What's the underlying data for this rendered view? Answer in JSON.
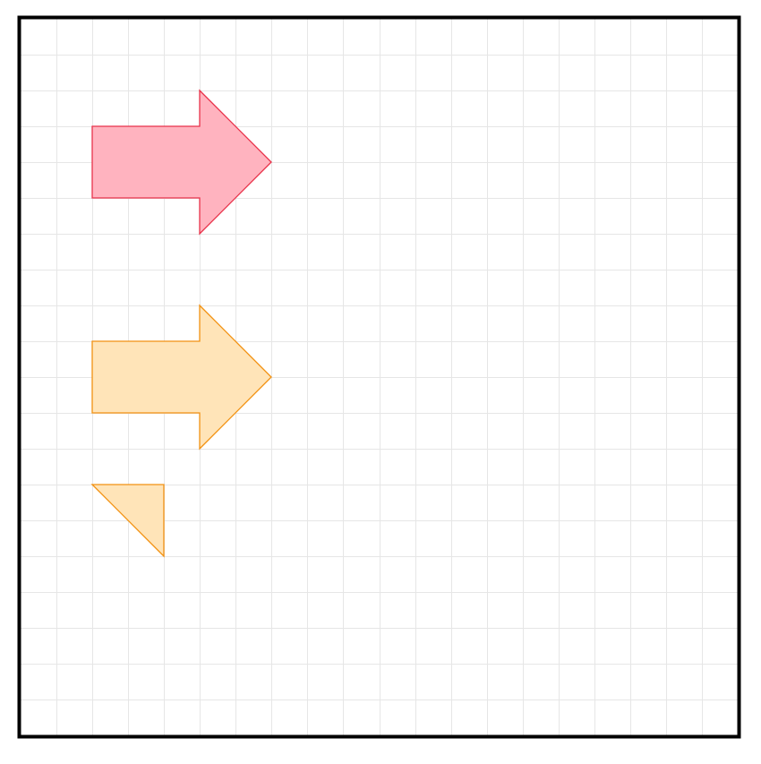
{
  "grid": {
    "columns": 20,
    "rows": 20,
    "line_color": "#e6e6e6",
    "border_color": "#000000"
  },
  "shapes": [
    {
      "name": "red-arrow",
      "kind": "arrow",
      "direction": "right",
      "fill": "#ffb3bf",
      "stroke": "#e8324a"
    },
    {
      "name": "orange-arrow",
      "kind": "arrow",
      "direction": "right",
      "fill": "#ffe4b8",
      "stroke": "#f29111"
    },
    {
      "name": "orange-triangle",
      "kind": "right-triangle",
      "fill": "#ffe4b8",
      "stroke": "#f29111"
    }
  ]
}
